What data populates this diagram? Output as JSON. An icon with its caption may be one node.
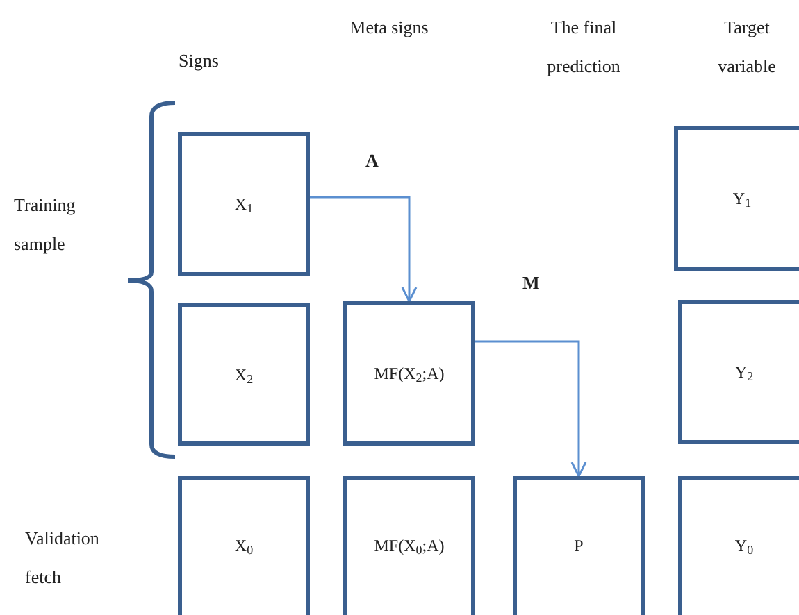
{
  "diagram": {
    "nodes": [
      {
        "text": [
          "X$_{1}$"
        ]
      },
      {
        "text": [
          "Y$_{1}$"
        ]
      },
      {
        "text": [
          "X$_{2}$"
        ]
      },
      {
        "text": [
          "MF(X$_{2}$;A)"
        ]
      },
      {
        "text": [
          "Y$_{2}$"
        ]
      },
      {
        "text": [
          "X$_{0}$"
        ]
      },
      {
        "text": [
          "MF(X$_{0}$;A)"
        ]
      },
      {
        "text": [
          "P"
        ]
      },
      {
        "text": [
          "Y$_{0}$"
        ]
      }
    ],
    "edges": [
      {
        "from": 0,
        "to": 3,
        "arrow": "to"
      },
      {
        "from": 3,
        "to": 7,
        "arrow": "to"
      }
    ],
    "labels": [
      "Meta signs",
      "The final prediction",
      "Target variable",
      "Signs",
      "Training sample",
      "A",
      "M",
      "Validation fetch"
    ]
  }
}
